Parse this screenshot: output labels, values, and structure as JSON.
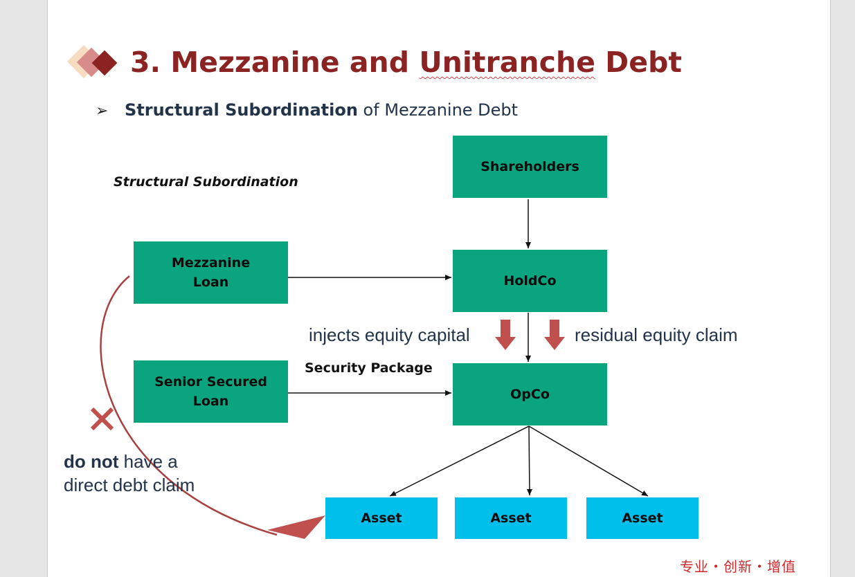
{
  "slide": {
    "title_prefix": "3. Mezzanine and ",
    "title_underlined": "Unitranche",
    "title_suffix": " Debt",
    "bullet_glyph": "➢",
    "subtitle_bold": "Structural Subordination",
    "subtitle_rest": " of Mezzanine Debt",
    "footer": "专业・创新・增值"
  },
  "diagram": {
    "heading": "Structural Subordination",
    "nodes": {
      "shareholders": "Shareholders",
      "holdco": "HoldCo",
      "opco": "OpCo",
      "mezzanine_line1": "Mezzanine",
      "mezzanine_line2": "Loan",
      "senior_line1": "Senior Secured",
      "senior_line2": "Loan",
      "asset_1": "Asset",
      "asset_2": "Asset",
      "asset_3": "Asset"
    },
    "labels": {
      "injects": "injects equity capital",
      "residual": "residual equity claim",
      "security_package": "Security Package",
      "note_bold": "do not",
      "note_rest1": " have a",
      "note_line2": "direct debt claim"
    },
    "colors": {
      "node_green": "#0aa57f",
      "asset_blue": "#00bfeb",
      "accent_red": "#c0504d",
      "title_red": "#8b2323"
    }
  }
}
